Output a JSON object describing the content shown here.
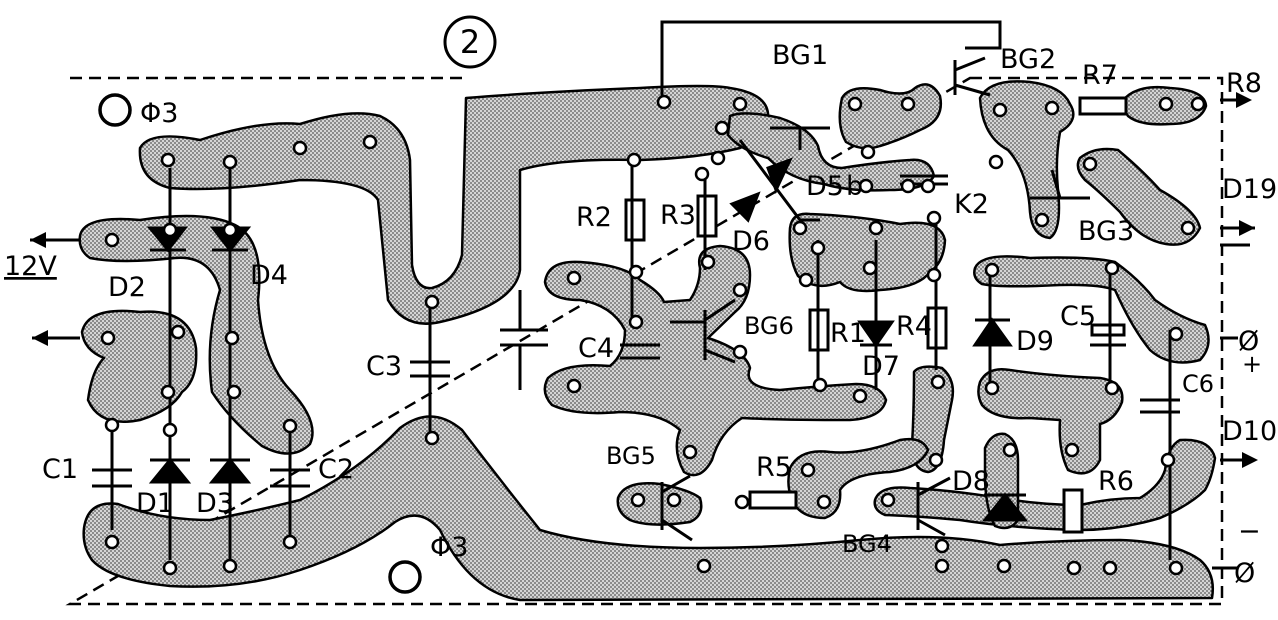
{
  "figure_number": "2",
  "hole_labels": {
    "top_left": "Φ3",
    "bottom_center": "Φ3"
  },
  "terminals": {
    "supply": "12V",
    "r8": "R8",
    "d19": "D19",
    "plus_symbol": "Ø",
    "plus_sign": "+",
    "d10": "D10",
    "minus_sign": "−",
    "minus_symbol": "Ø"
  },
  "components": {
    "bg1": "BG1",
    "bg2": "BG2",
    "bg3": "BG3",
    "bg4": "BG4",
    "bg5": "BG5",
    "bg6": "BG6",
    "r1": "R1",
    "r2": "R2",
    "r3": "R3",
    "r4": "R4",
    "r5": "R5",
    "r6": "R6",
    "r7": "R7",
    "c1": "C1",
    "c2": "C2",
    "c3": "C3",
    "c4": "C4",
    "c5": "C5",
    "c6": "C6",
    "d1": "D1",
    "d2": "D2",
    "d3": "D3",
    "d4": "D4",
    "d5": "D5",
    "d6": "D6",
    "d7": "D7",
    "d8": "D8",
    "d9": "D9",
    "d5_b": "b",
    "k2": "K2"
  },
  "colors": {
    "copper_fill": "#bdbdbd",
    "ink": "#000000",
    "paper": "#ffffff"
  }
}
